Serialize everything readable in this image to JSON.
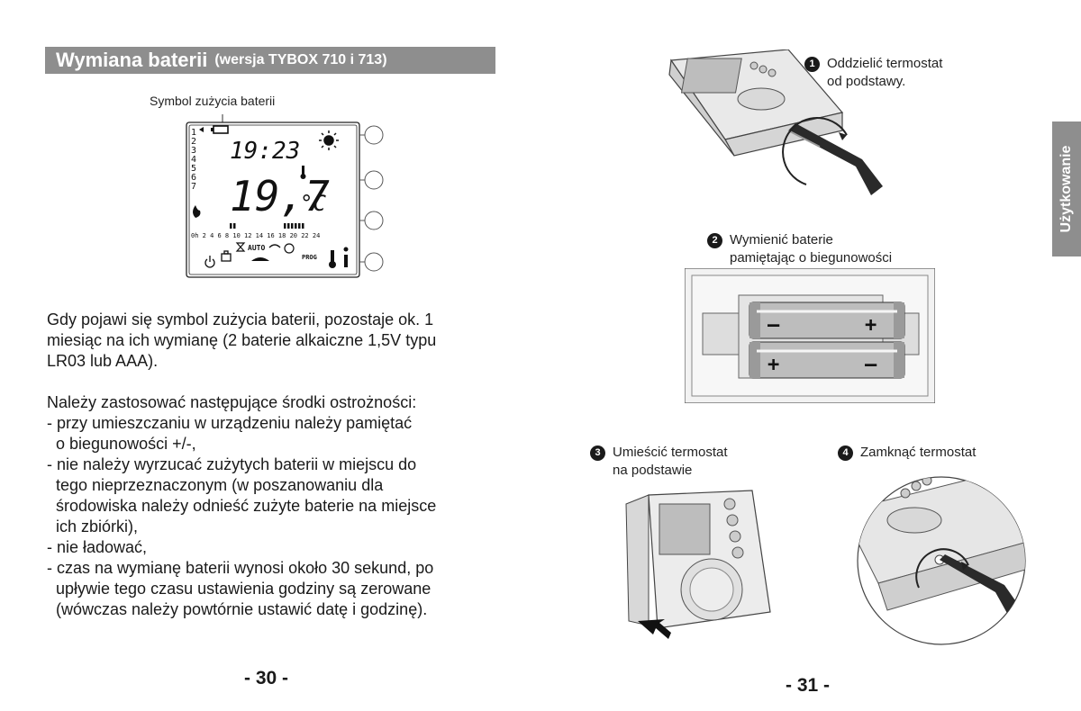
{
  "left_page": {
    "title": "Wymiana baterii",
    "title_sub": "(wersja TYBOX 710 i 713)",
    "battery_symbol_label": "Symbol zużycia baterii",
    "lcd": {
      "time": "19:23",
      "temperature": "19,7",
      "unit": "°C",
      "day_numbers": [
        "1",
        "2",
        "3",
        "4",
        "5",
        "6",
        "7"
      ],
      "hour_scale": "0h 2  4  6  8 10 12 14 16 18 20 22 24",
      "mode_auto": "AUTO",
      "mode_prog": "PROG"
    },
    "paragraph1": "Gdy pojawi się symbol zużycia baterii, pozostaje ok. 1\nmiesiąc na ich wymianę (2 baterie alkaiczne 1,5V typu\nLR03 lub AAA).",
    "paragraph2": "Należy zastosować następujące środki ostrożności:\n- przy umieszczaniu w urządzeniu należy pamiętać\n  o biegunowości +/-,\n- nie należy wyrzucać zużytych baterii w miejscu do\n  tego nieprzeznaczonym (w poszanowaniu dla\n  środowiska należy odnieść zużyte baterie na miejsce\n  ich zbiórki),\n- nie ładować,\n- czas na wymianę baterii wynosi około 30 sekund, po\n  upływie tego czasu ustawienia godziny są zerowane\n  (wówczas należy powtórnie ustawić datę i godzinę).",
    "page_number": "- 30 -"
  },
  "right_page": {
    "steps": [
      {
        "num": "1",
        "text": "Oddzielić termostat\nod podstawy."
      },
      {
        "num": "2",
        "text": "Wymienić baterie\npamiętając o biegunowości"
      },
      {
        "num": "3",
        "text": "Umieścić termostat\nna podstawie"
      },
      {
        "num": "4",
        "text": "Zamknąć termostat"
      }
    ],
    "battery_labels": {
      "top_left": "–",
      "top_right": "+",
      "bottom_left": "+",
      "bottom_right": "–"
    },
    "side_tab": "Użytkowanie",
    "page_number": "- 31 -"
  }
}
